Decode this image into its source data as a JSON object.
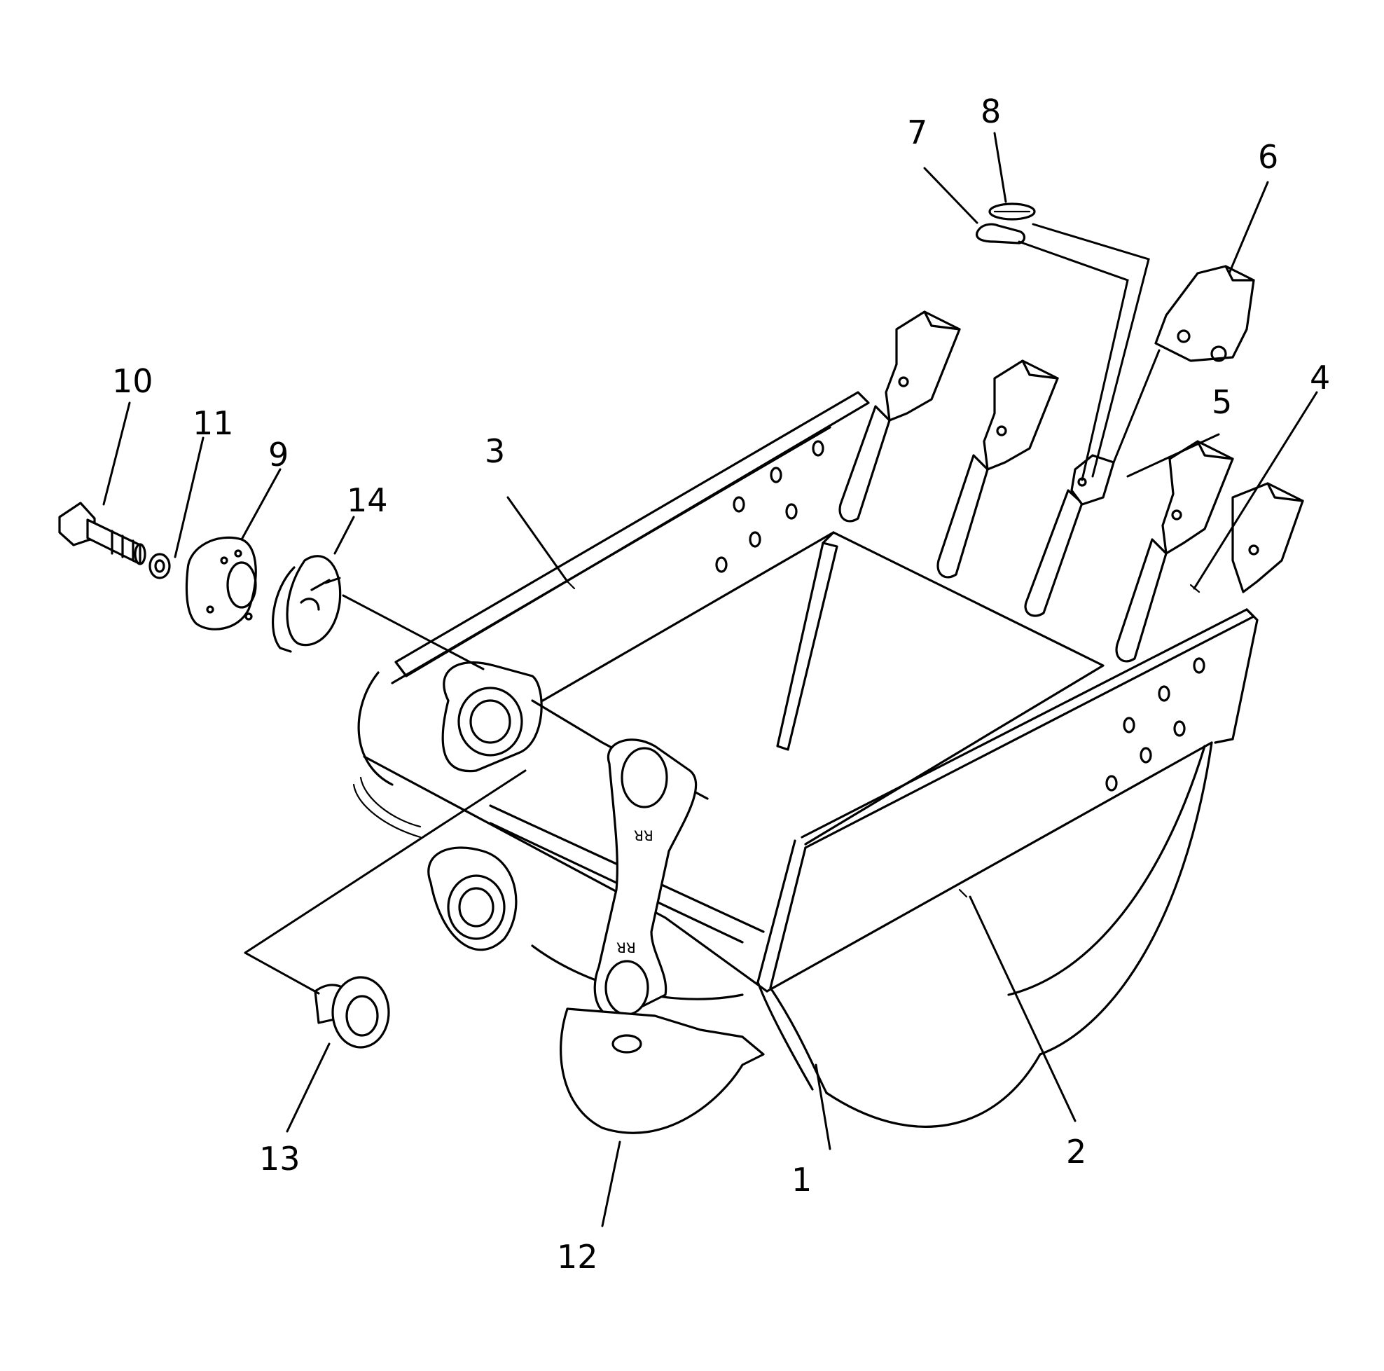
{
  "diagram": {
    "callouts": [
      {
        "id": "c1",
        "label": "1"
      },
      {
        "id": "c2",
        "label": "2"
      },
      {
        "id": "c3",
        "label": "3"
      },
      {
        "id": "c4",
        "label": "4"
      },
      {
        "id": "c5",
        "label": "5"
      },
      {
        "id": "c6",
        "label": "6"
      },
      {
        "id": "c7",
        "label": "7"
      },
      {
        "id": "c8",
        "label": "8"
      },
      {
        "id": "c9",
        "label": "9"
      },
      {
        "id": "c10",
        "label": "10"
      },
      {
        "id": "c11",
        "label": "11"
      },
      {
        "id": "c12",
        "label": "12"
      },
      {
        "id": "c13",
        "label": "13"
      },
      {
        "id": "c14",
        "label": "14"
      }
    ],
    "colors": {
      "ink": "#000000",
      "paper": "#ffffff"
    }
  }
}
